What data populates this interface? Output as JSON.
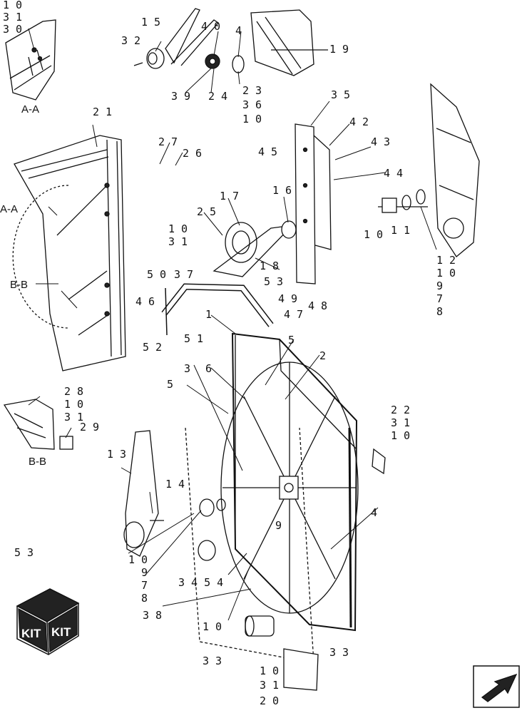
{
  "callouts": {
    "c1": "1",
    "c2": "2",
    "c3": "3",
    "c4": "4",
    "c5a": "5",
    "c5b": "5",
    "c6": "6",
    "c9": "9",
    "c11": "1 1",
    "c13": "1 3",
    "c14": "1 4",
    "c15": "1 5",
    "c16": "1 6",
    "c17": "1 7",
    "c18": "1 8",
    "c19": "1 9",
    "c21": "2 1",
    "c25": "2 5",
    "c26": "2 6",
    "c27": "2 7",
    "c29": "2 9",
    "c32": "3 2",
    "c35": "3 5",
    "c37": "3 7",
    "c38": "3 8",
    "c39": "3 9",
    "c40": "4 0",
    "c4b": "4",
    "c24": "2 4",
    "c42": "4 2",
    "c43": "4 3",
    "c44": "4 4",
    "c45": "4 5",
    "c46": "4 6",
    "c47": "4 7",
    "c48": "4 8",
    "c49": "4 9",
    "c50": "5 0",
    "c51": "5 1",
    "c52": "5 2",
    "c53a": "5 3",
    "c53b": "5 3",
    "c3454": "3 4 5 4",
    "c1010": "1 0",
    "s_a1": "1 0",
    "s_a2": "3 1",
    "s_a3": "3 0",
    "s_233610_1": "2 3",
    "s_233610_2": "3 6",
    "s_233610_3": "1 0",
    "s_1031_1": "1 0",
    "s_1031_2": "3 1",
    "s_121097_1": "1 2",
    "s_121097_2": "1 0",
    "s_121097_3": "9",
    "s_121097_4": "7",
    "s_121097_5": "8",
    "s_281031_1": "2 8",
    "s_281031_2": "1 0",
    "s_281031_3": "3 1",
    "s_223110_1": "2 2",
    "s_223110_2": "3 1",
    "s_223110_3": "1 0",
    "s_1097_1": "1 0",
    "s_1097_2": "9",
    "s_1097_3": "7",
    "s_1097_4": "8",
    "s_1033_1": "1 0",
    "s_1033_2": "3 3",
    "s_33": "3 3",
    "s_103120_1": "1 0",
    "s_103120_2": "3 1",
    "s_103120_3": "2 0"
  },
  "section_labels": {
    "aa_detail": "A-A",
    "aa_main": "A-A",
    "bb_main": "B-B",
    "bb_detail": "B-B"
  },
  "kit_labels": {
    "left": "KIT",
    "right": "KIT"
  },
  "icons": {
    "navigation": "arrow-icon"
  }
}
